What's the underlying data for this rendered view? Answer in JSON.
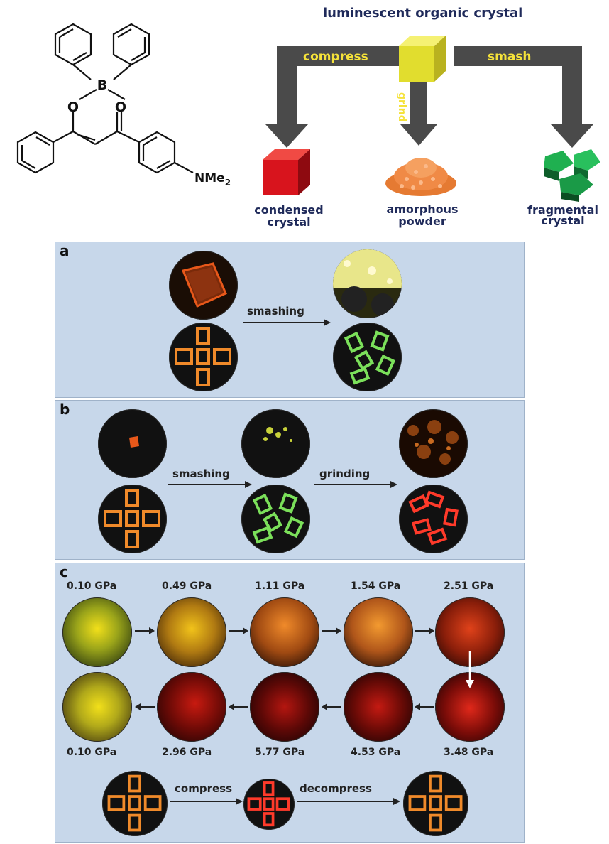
{
  "molecule": {
    "atoms": {
      "boron": "B",
      "oxygen_left": "O",
      "oxygen_right": "O",
      "amine": "NMe",
      "amine_subscript": "2"
    }
  },
  "top_diagram": {
    "title": "luminescent organic crystal",
    "arrows": {
      "compress": "compress",
      "grind": "grind",
      "smash": "smash"
    },
    "products": {
      "condensed": [
        "condensed",
        "crystal"
      ],
      "amorphous": [
        "amorphous",
        "powder"
      ],
      "fragmental": [
        "fragmental",
        "crystal"
      ]
    },
    "colors": {
      "arrow": "#4a4a4a",
      "cube_yellow": "#e9e63a",
      "cube_red": "#d8141d",
      "powder": "#f08a46",
      "fragment": "#1c9a4a"
    }
  },
  "panels": {
    "a": {
      "letter": "a",
      "arrow_label": "smashing"
    },
    "b": {
      "letter": "b",
      "arrow1_label": "smashing",
      "arrow2_label": "grinding"
    },
    "c": {
      "letter": "c",
      "top_pressures": [
        "0.10 GPa",
        "0.49 GPa",
        "1.11 GPa",
        "1.54 GPa",
        "2.51 GPa"
      ],
      "bottom_pressures": [
        "0.10 GPa",
        "2.96 GPa",
        "5.77 GPa",
        "4.53 GPa",
        "3.48 GPa"
      ],
      "compress_label": "compress",
      "decompress_label": "decompress"
    },
    "colors": {
      "panel_bg": "#c7d7ea",
      "orange_glow": "#f08a2a",
      "green_glow": "#7be05a",
      "red_glow": "#ff3a2a"
    }
  }
}
